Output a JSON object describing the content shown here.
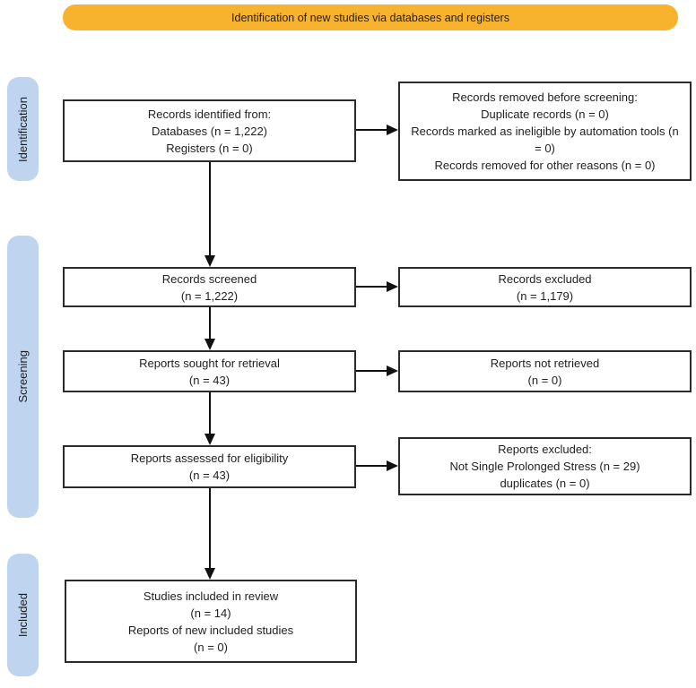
{
  "banner": {
    "label": "Identification of new studies via databases and registers"
  },
  "colors": {
    "banner_bg": "#F8B32E",
    "stage_bg": "#BFD4EE",
    "box_border": "#2B2B2B",
    "arrow": "#111111",
    "text": "#1F1F1F"
  },
  "stages": {
    "identification": "Identification",
    "screening": "Screening",
    "included": "Included"
  },
  "boxes": {
    "records_identified": {
      "lines": [
        "Records identified from:",
        "Databases (n = 1,222)",
        "Registers (n = 0)"
      ]
    },
    "records_removed": {
      "lines": [
        "Records removed before screening:",
        "Duplicate records (n = 0)",
        "Records marked as ineligible by automation tools (n = 0)",
        "Records removed for other reasons (n = 0)"
      ]
    },
    "records_screened": {
      "lines": [
        "Records screened",
        "(n = 1,222)"
      ]
    },
    "records_excluded": {
      "lines": [
        "Records excluded",
        "(n = 1,179)"
      ]
    },
    "reports_sought": {
      "lines": [
        "Reports sought for retrieval",
        "(n = 43)"
      ]
    },
    "reports_not_retrieved": {
      "lines": [
        "Reports not retrieved",
        "(n = 0)"
      ]
    },
    "reports_assessed": {
      "lines": [
        "Reports assessed for eligibility",
        "(n = 43)"
      ]
    },
    "reports_excluded": {
      "lines": [
        "Reports excluded:",
        "Not Single Prolonged Stress (n = 29)",
        "duplicates (n = 0)"
      ]
    },
    "studies_included": {
      "lines": [
        "Studies included in review",
        "(n = 14)",
        "Reports of new included studies",
        "(n = 0)"
      ]
    }
  }
}
